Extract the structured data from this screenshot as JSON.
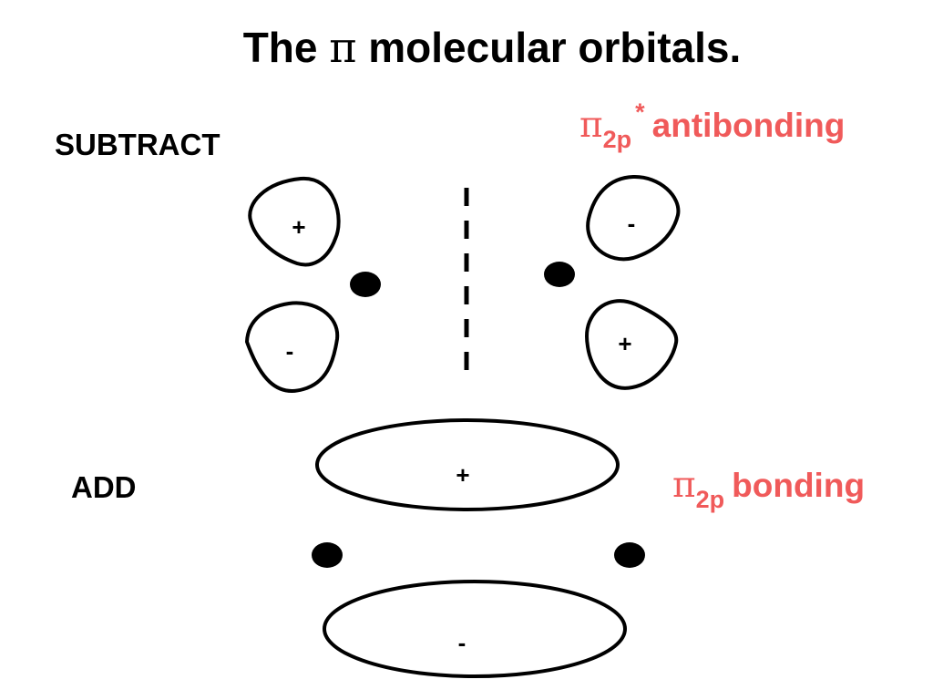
{
  "title": {
    "prefix": "The ",
    "symbol": "π",
    "suffix": " molecular orbitals."
  },
  "subtract": {
    "label": "SUBTRACT",
    "left_top_sign": "+",
    "left_bottom_sign": "-",
    "right_top_sign": "-",
    "right_bottom_sign": "+"
  },
  "add": {
    "label": "ADD",
    "top_sign": "+",
    "bottom_sign": "-"
  },
  "antibonding": {
    "symbol": "π",
    "subscript": "2p",
    "superscript": "*",
    "text": "antibonding"
  },
  "bonding": {
    "symbol": "π",
    "subscript": "2p",
    "text": "bonding"
  },
  "colors": {
    "label_red": "#f05a5a",
    "ink": "#000000"
  }
}
